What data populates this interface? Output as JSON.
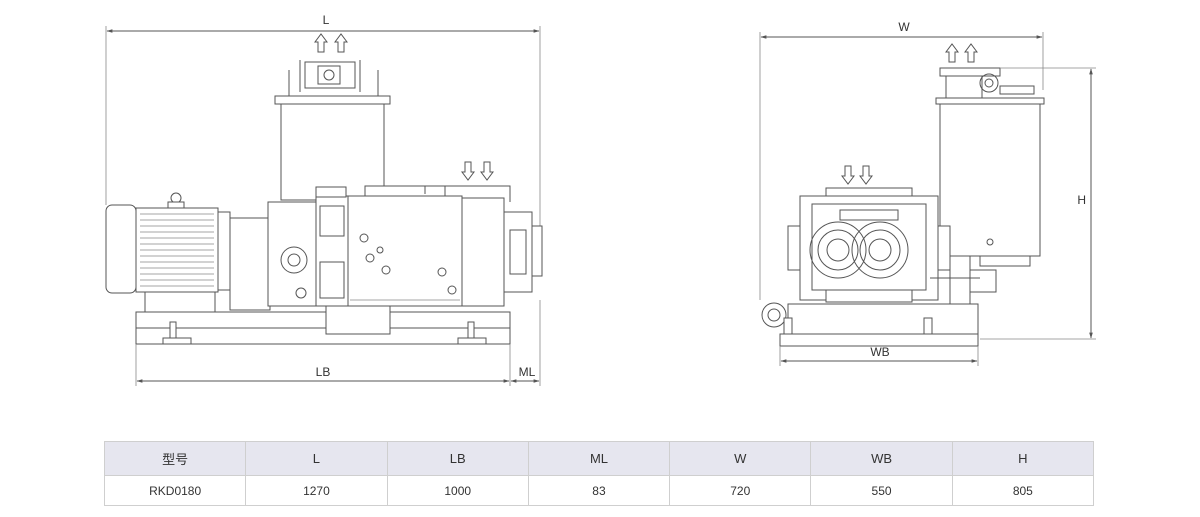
{
  "drawing": {
    "front_view": {
      "label_L": "L",
      "label_LB": "LB",
      "label_ML": "ML"
    },
    "side_view": {
      "label_W": "W",
      "label_WB": "WB",
      "label_H": "H"
    }
  },
  "spec_table": {
    "headers": [
      "型号",
      "L",
      "LB",
      "ML",
      "W",
      "WB",
      "H"
    ],
    "rows": [
      [
        "RKD0180",
        "1270",
        "1000",
        "83",
        "720",
        "550",
        "805"
      ]
    ]
  },
  "colors": {
    "line": "#555555",
    "header_bg": "#e6e6ef",
    "border": "#cfcfcf"
  }
}
